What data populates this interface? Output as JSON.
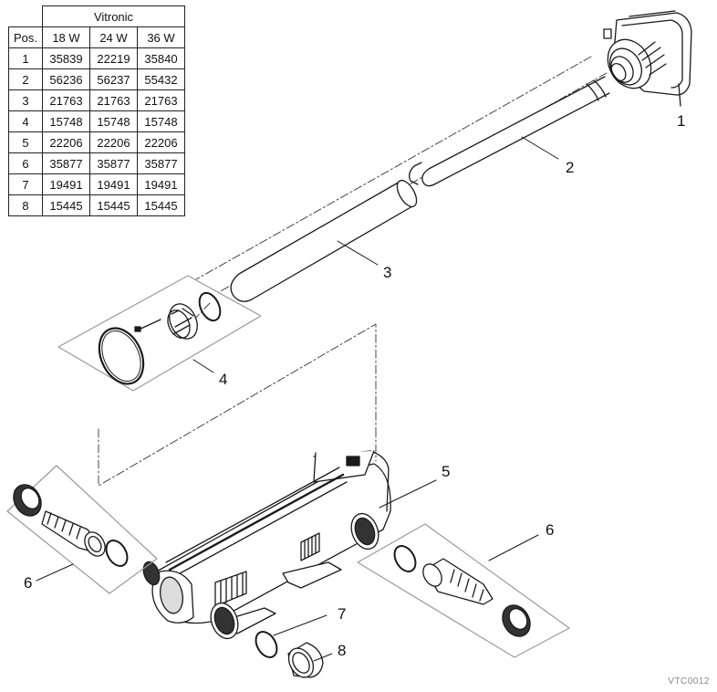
{
  "table": {
    "model": "Vitronic",
    "pos_header": "Pos.",
    "wattages": [
      "18 W",
      "24 W",
      "36 W"
    ],
    "rows": [
      {
        "pos": "1",
        "values": [
          "35839",
          "22219",
          "35840"
        ]
      },
      {
        "pos": "2",
        "values": [
          "56236",
          "56237",
          "55432"
        ]
      },
      {
        "pos": "3",
        "values": [
          "21763",
          "21763",
          "21763"
        ]
      },
      {
        "pos": "4",
        "values": [
          "15748",
          "15748",
          "15748"
        ]
      },
      {
        "pos": "5",
        "values": [
          "22206",
          "22206",
          "22206"
        ]
      },
      {
        "pos": "6",
        "values": [
          "35877",
          "35877",
          "35877"
        ]
      },
      {
        "pos": "7",
        "values": [
          "19491",
          "19491",
          "19491"
        ]
      },
      {
        "pos": "8",
        "values": [
          "15445",
          "15445",
          "15445"
        ]
      }
    ]
  },
  "callouts": {
    "p1": "1",
    "p2": "2",
    "p3": "3",
    "p4": "4",
    "p5": "5",
    "p6_left": "6",
    "p6_right": "6",
    "p7": "7",
    "p8": "8"
  },
  "drawing_code": "VTC0012",
  "colors": {
    "line": "#1a1a1a",
    "frame": "#9a9a9a",
    "dash": "#444444"
  }
}
